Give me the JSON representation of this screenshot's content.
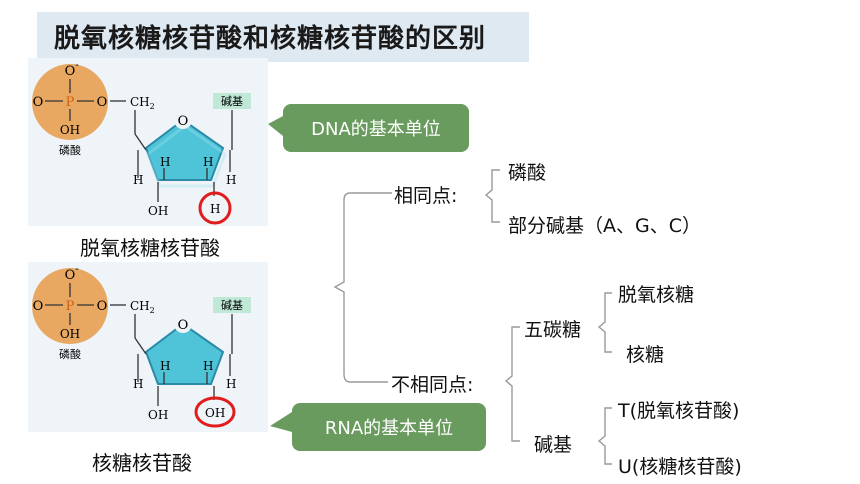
{
  "title": "脱氧核糖核苷酸和核糖核苷酸的区别",
  "colors": {
    "callout": "#6a9b5e",
    "phosphate": "#e8a862",
    "sugar": "#4fc4d8",
    "base_label": "#bfe8d6",
    "highlight": "#e01c1c",
    "bracket": "#9a9a9a"
  },
  "structure": {
    "phosphate_O_top": "O",
    "phosphate_charge": "-",
    "phosphate_O_left": "O",
    "phosphate_P": "P",
    "phosphate_O_right": "O",
    "phosphate_OH": "OH",
    "phosphate_name": "磷酸",
    "ch2": "CH",
    "ch2_sub": "2",
    "ring_O": "O",
    "base": "碱基",
    "H": "H",
    "OH": "OH"
  },
  "dna": {
    "caption": "脱氧核糖核苷酸",
    "callout": "DNA的基本单位"
  },
  "rna": {
    "caption": "核糖核苷酸",
    "callout": "RNA的基本单位"
  },
  "tree": {
    "same": {
      "label": "相同点:",
      "items": [
        "磷酸",
        "部分碱基（A、G、C）"
      ]
    },
    "diff": {
      "label": "不相同点:",
      "sugar": {
        "label": "五碳糖",
        "items": [
          "脱氧核糖",
          "核糖"
        ]
      },
      "base": {
        "label": "碱基",
        "items": [
          "T(脱氧核苷酸)",
          "U(核糖核苷酸)"
        ]
      }
    }
  }
}
